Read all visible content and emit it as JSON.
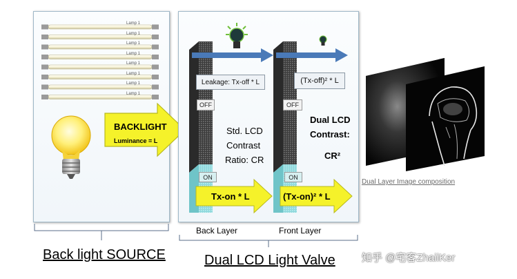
{
  "lamps": {
    "tube_labels": [
      "Lamp 1",
      "Lamp 1",
      "Lamp 1",
      "Lamp 1",
      "Lamp 1",
      "Lamp 1",
      "Lamp 1",
      "Lamp 1"
    ]
  },
  "backlight": {
    "arrow_title": "BACKLIGHT",
    "arrow_formula": "Luminance = L",
    "source_caption": "Back light SOURCE"
  },
  "valve": {
    "back_leakage": "Leakage: Tx-off * L",
    "front_leakage": "(Tx-off)² * L",
    "off_label": "OFF",
    "on_label": "ON",
    "std_contrast_line1": "Std. LCD",
    "std_contrast_line2": "Contrast",
    "std_contrast_line3": "Ratio: CR",
    "dual_contrast_line1": "Dual LCD",
    "dual_contrast_line2": "Contrast:",
    "dual_contrast_line3": "CR²",
    "back_output": "Tx-on * L",
    "front_output": "(Tx-on)² * L",
    "back_layer": "Back Layer",
    "front_layer": "Front Layer",
    "caption": "Dual LCD Light Valve"
  },
  "composition": {
    "caption": "Dual Layer Image composition"
  },
  "watermark": "知乎 @宅客ZhaiiKer",
  "colors": {
    "arrow_yellow": "#f5f22a",
    "arrow_blue": "#4a7ab8",
    "on_cyan": "#8fd8dc",
    "panel_border": "#9fb8c8"
  }
}
